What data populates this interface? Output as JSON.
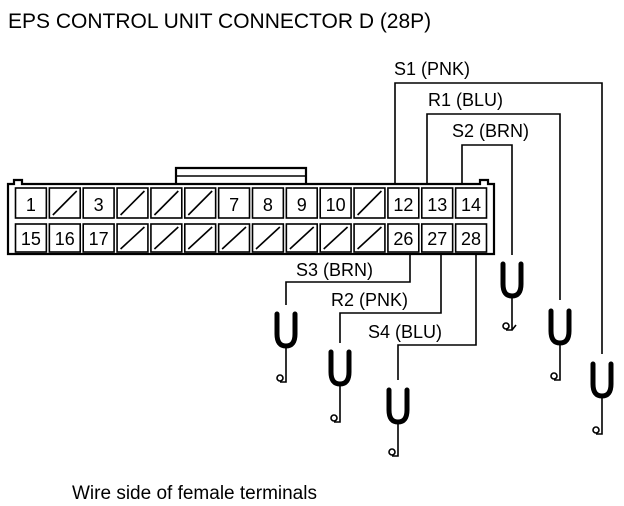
{
  "title": "EPS CONTROL UNIT CONNECTOR D (28P)",
  "caption": "Wire side of female terminals",
  "connector": {
    "top_row": [
      "1",
      "",
      "3",
      "",
      "",
      "",
      "7",
      "8",
      "9",
      "10",
      "",
      "12",
      "13",
      "14"
    ],
    "bottom_row": [
      "15",
      "16",
      "17",
      "",
      "",
      "",
      "",
      "",
      "",
      "",
      "",
      "26",
      "27",
      "28"
    ]
  },
  "wires": {
    "s1": "S1 (PNK)",
    "r1": "R1 (BLU)",
    "s2": "S2 (BRN)",
    "s3": "S3 (BRN)",
    "r2": "R2 (PNK)",
    "s4": "S4 (BLU)"
  }
}
